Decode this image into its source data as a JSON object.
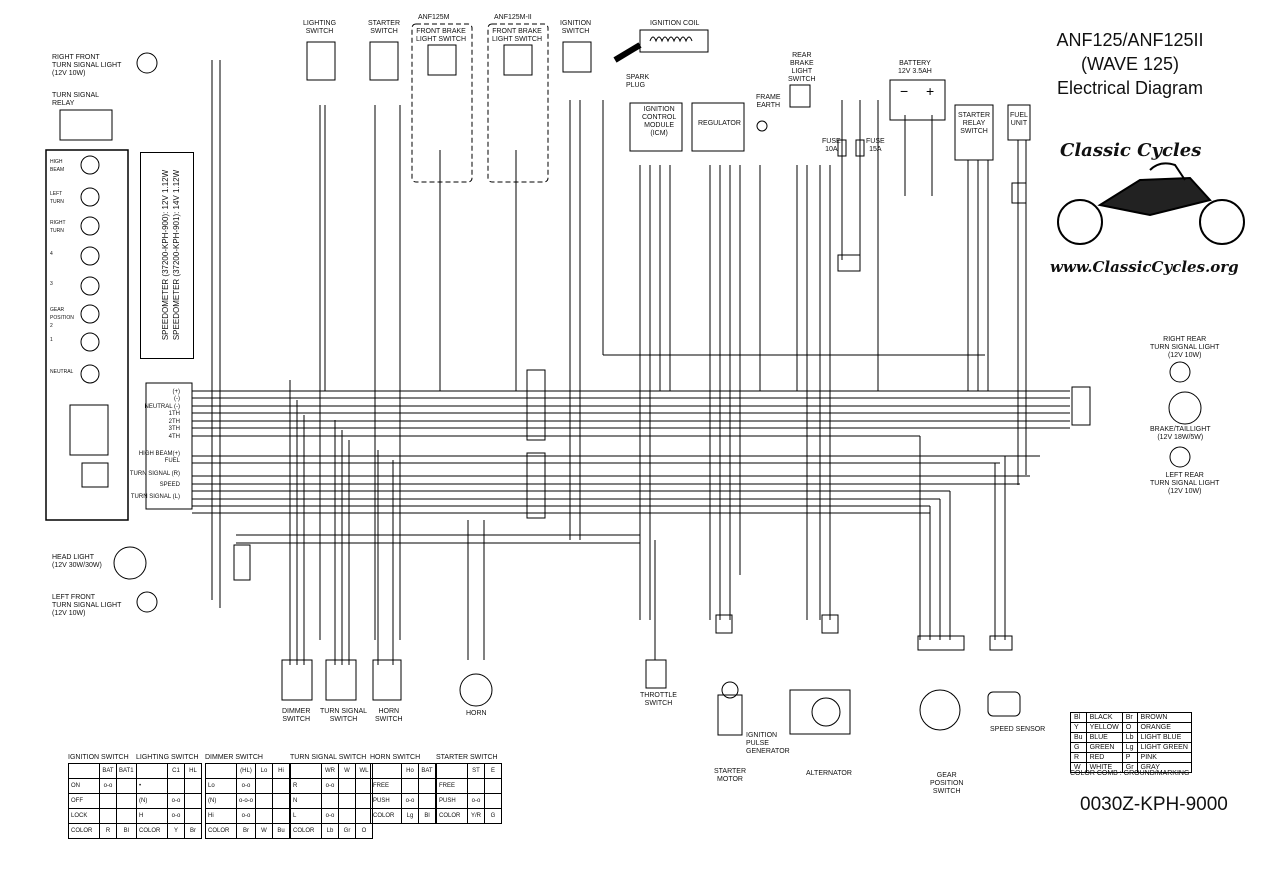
{
  "title": {
    "line1": "ANF125/ANF125II",
    "line2": "(WAVE 125)",
    "line3": "Electrical Diagram"
  },
  "brand": {
    "name": "Classic Cycles",
    "url": "www.ClassicCycles.org"
  },
  "part_number": "0030Z-KPH-9000",
  "speedometer_note": {
    "line1": "SPEEDOMETER (37200-KPH-900): 12V 1.12W",
    "line2": "SPEEDOMETER (37200-KPH-901): 14V 1.12W"
  },
  "components": {
    "right_front_turn": "RIGHT FRONT\nTURN SIGNAL LIGHT\n(12V 10W)",
    "turn_relay": "TURN SIGNAL\nRELAY",
    "head_light": "HEAD LIGHT\n(12V 30W/30W)",
    "left_front_turn": "LEFT FRONT\nTURN SIGNAL LIGHT\n(12V 10W)",
    "lighting_switch": "LIGHTING\nSWITCH",
    "starter_switch": "STARTER\nSWITCH",
    "anf125m": "ANF125M",
    "anf125m2": "ANF125M-II",
    "front_brake_switch": "FRONT BRAKE\nLIGHT SWITCH",
    "ignition_switch": "IGNITION\nSWITCH",
    "ignition_coil": "IGNITION COIL",
    "spark_plug": "SPARK\nPLUG",
    "icm": "IGNITION\nCONTROL\nMODULE\n(ICM)",
    "regulator": "REGULATOR",
    "frame_earth": "FRAME\nEARTH",
    "rear_brake_switch": "REAR\nBRAKE\nLIGHT\nSWITCH",
    "battery": "BATTERY\n12V 3.5AH",
    "fuse10": "FUSE\n10A",
    "fuse15": "FUSE\n15A",
    "starter_relay": "STARTER\nRELAY\nSWITCH",
    "fuel_unit": "FUEL\nUNIT",
    "right_rear_turn": "RIGHT REAR\nTURN SIGNAL LIGHT\n(12V 10W)",
    "brake_tail": "BRAKE/TAILLIGHT\n(12V 18W/5W)",
    "left_rear_turn": "LEFT REAR\nTURN SIGNAL LIGHT\n(12V 10W)",
    "dimmer_switch": "DIMMER\nSWITCH",
    "turn_signal_switch": "TURN SIGNAL\nSWITCH",
    "horn_switch": "HORN\nSWITCH",
    "horn": "HORN",
    "throttle_switch": "THROTTLE\nSWITCH",
    "starter_motor": "STARTER\nMOTOR",
    "ignition_pulse": "IGNITION\nPULSE\nGENERATOR",
    "alternator": "ALTERNATOR",
    "gear_position_switch": "GEAR\nPOSITION\nSWITCH",
    "speed_sensor": "SPEED SENSOR"
  },
  "meter_terminals": [
    "(+)",
    "(-)",
    "NEUTRAL (-)",
    "1TH",
    "2TH",
    "3TH",
    "4TH",
    "HIGH BEAM(+)",
    "FUEL",
    "TURN SIGNAL (R)",
    "SPEED",
    "TURN SIGNAL (L)"
  ],
  "meter_lamps": [
    "HIGH BEAM",
    "LEFT TURN",
    "RIGHT TURN",
    "4",
    "3",
    "GEAR POSITION 2",
    "1",
    "NEUTRAL"
  ],
  "color_table": {
    "rows": [
      [
        "Bl",
        "BLACK",
        "Br",
        "BROWN"
      ],
      [
        "Y",
        "YELLOW",
        "O",
        "ORANGE"
      ],
      [
        "Bu",
        "BLUE",
        "Lb",
        "LIGHT BLUE"
      ],
      [
        "G",
        "GREEN",
        "Lg",
        "LIGHT GREEN"
      ],
      [
        "R",
        "RED",
        "P",
        "PINK"
      ],
      [
        "W",
        "WHITE",
        "Gr",
        "GRAY"
      ]
    ],
    "caption": "COLOR COMB : GROUND/MARKING"
  },
  "switch_tables": [
    {
      "name": "IGNITION SWITCH",
      "cols": [
        "",
        "BAT",
        "BAT1"
      ],
      "rows": [
        [
          "ON",
          "o-o"
        ],
        [
          "OFF",
          ""
        ],
        [
          "LOCK",
          ""
        ],
        [
          "COLOR",
          "R",
          "Bl"
        ]
      ]
    },
    {
      "name": "LIGHTING SWITCH",
      "cols": [
        "",
        "C1",
        "HL"
      ],
      "rows": [
        [
          "•",
          ""
        ],
        [
          "(N)",
          "o-o"
        ],
        [
          "H",
          "o-o"
        ],
        [
          "COLOR",
          "Y",
          "Br"
        ]
      ]
    },
    {
      "name": "DIMMER SWITCH",
      "cols": [
        "",
        "(HL)",
        "Lo",
        "Hi"
      ],
      "rows": [
        [
          "Lo",
          "o-o"
        ],
        [
          "(N)",
          "o-o-o"
        ],
        [
          "Hi",
          "o-o"
        ],
        [
          "COLOR",
          "Br",
          "W",
          "Bu"
        ]
      ]
    },
    {
      "name": "TURN SIGNAL SWITCH",
      "cols": [
        "",
        "WR",
        "W",
        "WL"
      ],
      "rows": [
        [
          "R",
          "o-o"
        ],
        [
          "N",
          ""
        ],
        [
          "L",
          "o-o"
        ],
        [
          "COLOR",
          "Lb",
          "Gr",
          "O"
        ]
      ]
    },
    {
      "name": "HORN SWITCH",
      "cols": [
        "",
        "Ho",
        "BAT"
      ],
      "rows": [
        [
          "FREE",
          ""
        ],
        [
          "PUSH",
          "o-o"
        ],
        [
          "COLOR",
          "Lg",
          "Bl"
        ]
      ]
    },
    {
      "name": "STARTER SWITCH",
      "cols": [
        "",
        "ST",
        "E"
      ],
      "rows": [
        [
          "FREE",
          ""
        ],
        [
          "PUSH",
          "o-o"
        ],
        [
          "COLOR",
          "Y/R",
          "G"
        ]
      ]
    }
  ]
}
